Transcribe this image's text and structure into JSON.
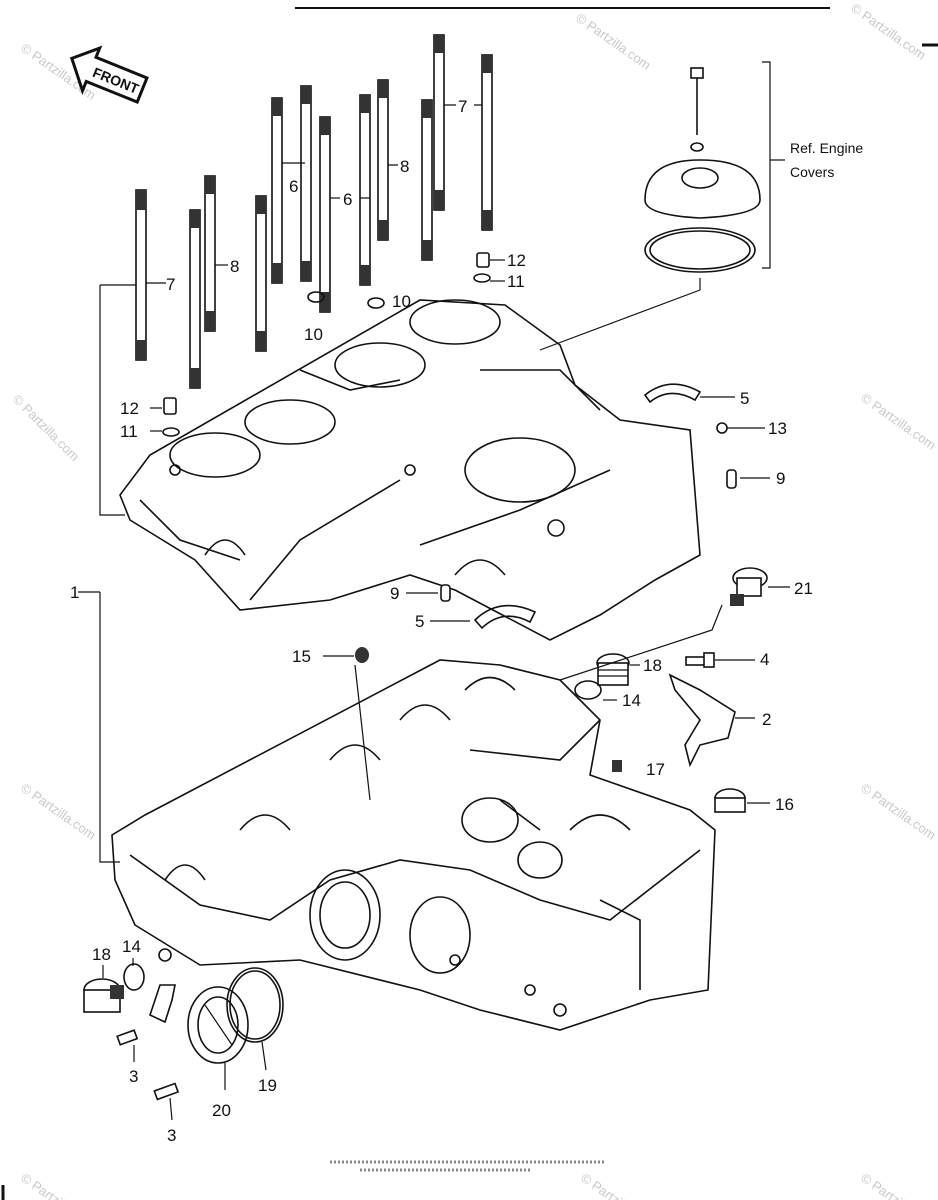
{
  "header": {
    "front_label": "FRONT"
  },
  "reference_note": {
    "line1": "Ref. Engine",
    "line2": "Covers"
  },
  "callouts": {
    "c1": "1",
    "c2": "2",
    "c3a": "3",
    "c3b": "3",
    "c4": "4",
    "c5a": "5",
    "c5b": "5",
    "c6a": "6",
    "c6b": "6",
    "c7a": "7",
    "c7b": "7",
    "c8a": "8",
    "c8b": "8",
    "c9a": "9",
    "c9b": "9",
    "c10a": "10",
    "c10b": "10",
    "c11a": "11",
    "c11b": "11",
    "c12a": "12",
    "c12b": "12",
    "c13": "13",
    "c14a": "14",
    "c14b": "14",
    "c15": "15",
    "c16": "16",
    "c17": "17",
    "c18a": "18",
    "c18b": "18",
    "c19": "19",
    "c20": "20",
    "c21": "21"
  },
  "watermark": {
    "text": "© Partzilla.com"
  }
}
